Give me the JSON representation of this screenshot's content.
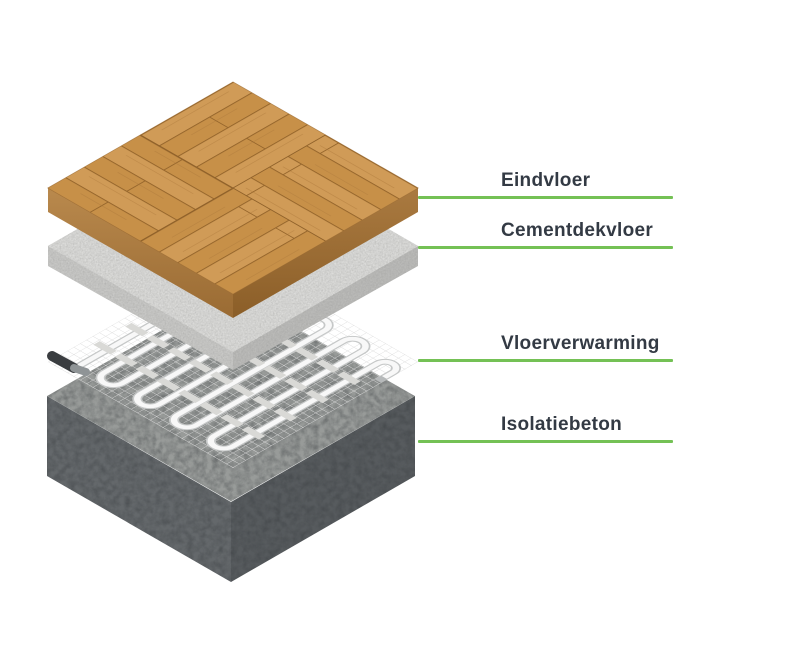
{
  "colors": {
    "accent_green": "#74c155",
    "label_text": "#333a44",
    "background": "#ffffff",
    "wood_top": "#d09b57",
    "cement_top": "#dcdcda",
    "concrete_top": "#989b99",
    "pipe_white": "#f8f8f8"
  },
  "diagram": {
    "type": "isometric-exploded-floor-layers",
    "layers": [
      {
        "id": "eindvloer",
        "label": "Eindvloer",
        "material": "wood-parquet"
      },
      {
        "id": "cementdekvloer",
        "label": "Cementdekvloer",
        "material": "cement-screed"
      },
      {
        "id": "vloerverwarming",
        "label": "Vloerverwarming",
        "material": "heating-mat-with-pipe"
      },
      {
        "id": "isolatiebeton",
        "label": "Isolatiebeton",
        "material": "insulation-concrete"
      }
    ]
  }
}
